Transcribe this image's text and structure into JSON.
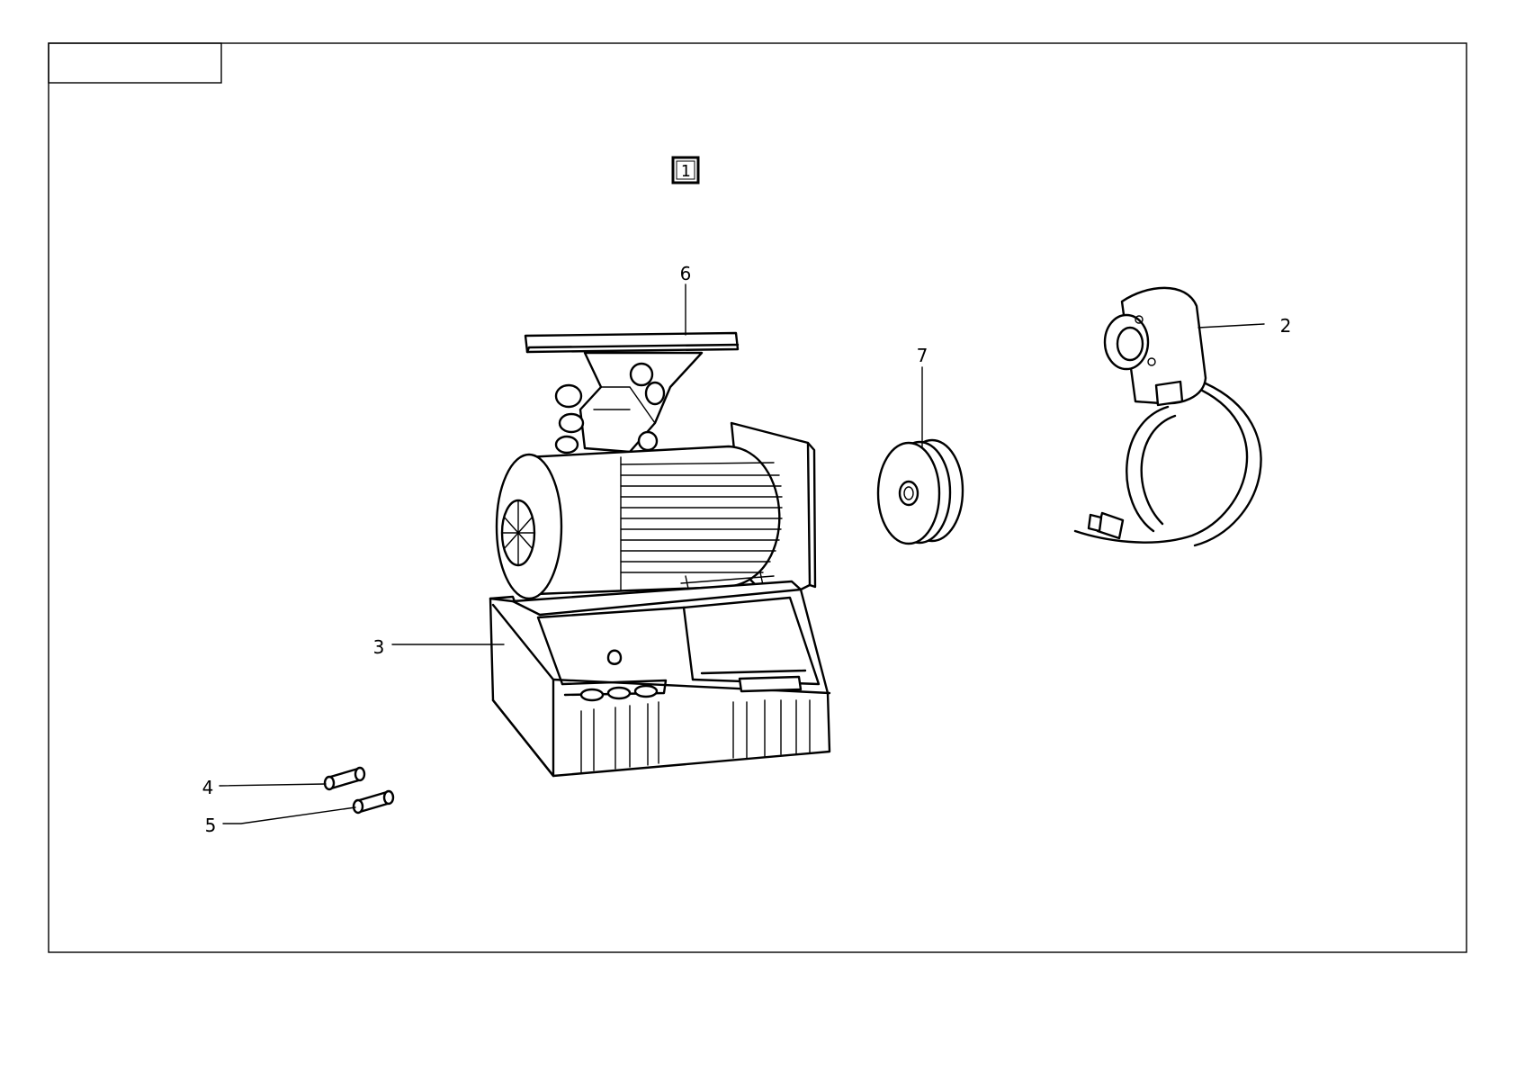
{
  "figure_number": "1",
  "title_box_text": "",
  "callouts": [
    {
      "id": "2",
      "label": "2"
    },
    {
      "id": "3",
      "label": "3"
    },
    {
      "id": "4",
      "label": "4"
    },
    {
      "id": "5",
      "label": "5"
    },
    {
      "id": "6",
      "label": "6"
    },
    {
      "id": "7",
      "label": "7"
    }
  ]
}
